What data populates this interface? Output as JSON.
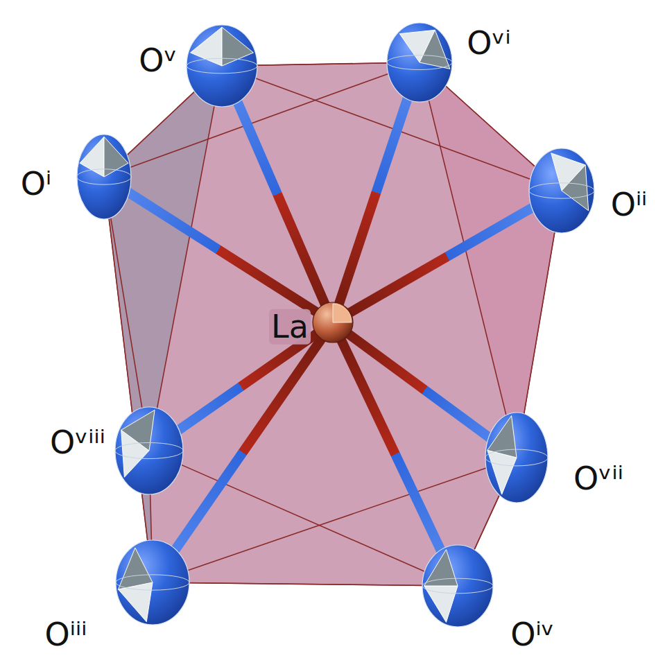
{
  "diagram": {
    "nodes": [
      {
        "text": [
          "Oᵛ"
        ]
      },
      {
        "text": [
          "Oᵛⁱ"
        ]
      },
      {
        "text": [
          "Oⁱ"
        ]
      },
      {
        "text": [
          "Oⁱⁱ"
        ]
      },
      {
        "text": [
          "La"
        ]
      },
      {
        "text": [
          "Oᵛⁱⁱⁱ"
        ]
      },
      {
        "text": [
          "Oᵛⁱⁱ"
        ]
      },
      {
        "text": [
          "Oⁱⁱⁱ"
        ]
      },
      {
        "text": [
          "Oⁱᵛ"
        ]
      }
    ],
    "edges": [
      {
        "from": 4,
        "to": 0,
        "arrow": "none"
      },
      {
        "from": 4,
        "to": 1,
        "arrow": "none"
      },
      {
        "from": 4,
        "to": 2,
        "arrow": "none"
      },
      {
        "from": 4,
        "to": 3,
        "arrow": "none"
      },
      {
        "from": 4,
        "to": 5,
        "arrow": "none"
      },
      {
        "from": 4,
        "to": 6,
        "arrow": "none"
      },
      {
        "from": 4,
        "to": 7,
        "arrow": "none"
      },
      {
        "from": 4,
        "to": 8,
        "arrow": "none"
      },
      {
        "from": 2,
        "to": 0,
        "arrow": "none"
      },
      {
        "from": 0,
        "to": 1,
        "arrow": "none"
      },
      {
        "from": 1,
        "to": 3,
        "arrow": "none"
      },
      {
        "from": 2,
        "to": 1,
        "arrow": "none"
      },
      {
        "from": 0,
        "to": 3,
        "arrow": "none"
      },
      {
        "from": 5,
        "to": 7,
        "arrow": "none"
      },
      {
        "from": 7,
        "to": 8,
        "arrow": "none"
      },
      {
        "from": 8,
        "to": 6,
        "arrow": "none"
      },
      {
        "from": 5,
        "to": 8,
        "arrow": "none"
      },
      {
        "from": 7,
        "to": 6,
        "arrow": "none"
      },
      {
        "from": 2,
        "to": 5,
        "arrow": "none"
      },
      {
        "from": 2,
        "to": 7,
        "arrow": "none"
      },
      {
        "from": 0,
        "to": 5,
        "arrow": "none"
      },
      {
        "from": 1,
        "to": 6,
        "arrow": "none"
      },
      {
        "from": 3,
        "to": 6,
        "arrow": "none"
      }
    ]
  }
}
